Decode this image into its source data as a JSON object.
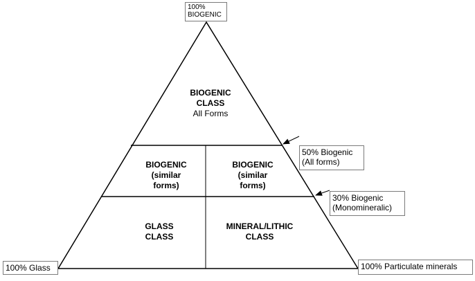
{
  "apex": {
    "line1": "100%",
    "line2": "BIOGENIC"
  },
  "corners": {
    "left": "100% Glass",
    "right": "100% Particulate minerals"
  },
  "boundaries": {
    "upper": {
      "line1": "50% Biogenic",
      "line2": "(All forms)"
    },
    "lower": {
      "line1": "30% Biogenic",
      "line2": "(Monomineralic)"
    }
  },
  "classes": {
    "top": {
      "line1": "BIOGENIC",
      "line2": "CLASS",
      "line3": "All Forms"
    },
    "middle_left": {
      "line1": "BIOGENIC",
      "line2": "(similar",
      "line3": "forms)"
    },
    "middle_right": {
      "line1": "BIOGENIC",
      "line2": "(similar",
      "line3": "forms)"
    },
    "bottom_left": {
      "line1": "GLASS",
      "line2": "CLASS"
    },
    "bottom_right": {
      "line1": "MINERAL/LITHIC",
      "line2": "CLASS"
    }
  },
  "colors": {
    "line": "#000000",
    "box_border": "#7a7a7a"
  }
}
